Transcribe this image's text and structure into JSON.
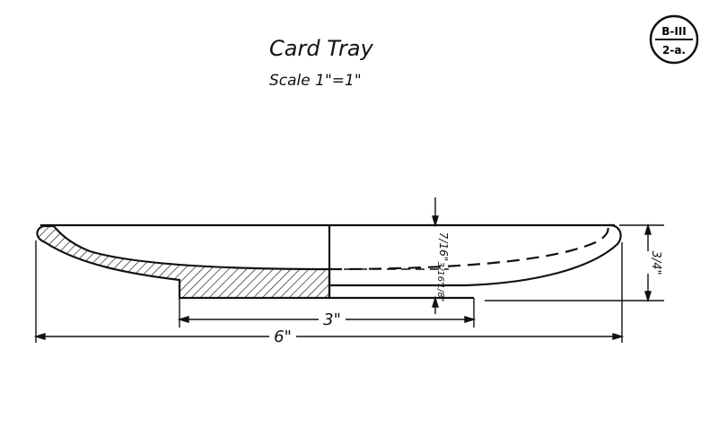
{
  "title": "Card Tray",
  "scale": "Scale  1\"=1\"",
  "sheet_badge": {
    "top": "B-III",
    "bottom": "2-a."
  },
  "dimensions": {
    "overall_length": "6\"",
    "base_length": "3\"",
    "overall_height": "3/4\"",
    "rim_depth": "7/16\"",
    "wall_thickness": "3/16\"",
    "base_thickness": "1/8\""
  },
  "colors": {
    "ink": "#111111",
    "paper": "#ffffff"
  }
}
